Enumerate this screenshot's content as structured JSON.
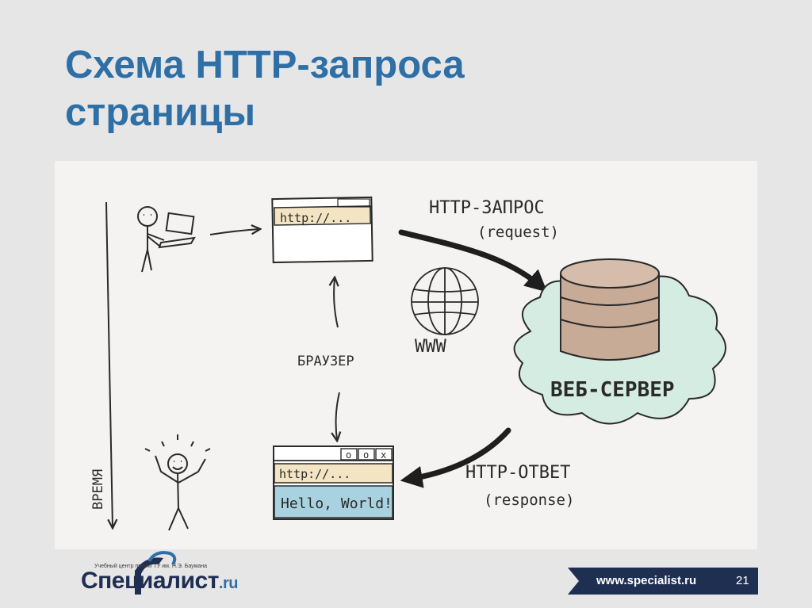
{
  "slide": {
    "title_line1": "Схема HTTP-запроса",
    "title_line2": "страницы"
  },
  "diagram": {
    "time_label": "ВРЕМЯ",
    "browser_label": "БРАУЗЕР",
    "request_label": "HTTP-ЗАПРОС",
    "request_sub": "(request)",
    "response_label": "HTTP-ОТВЕТ",
    "response_sub": "(response)",
    "server_label": "ВЕБ-СЕРВЕР",
    "www_label": "WWW",
    "top_url": "http://...",
    "bottom_url": "http://...",
    "hello_text": "Hello, World!",
    "window_buttons": [
      "o",
      "o",
      "x"
    ]
  },
  "footer": {
    "logo_tagline": "Учебный центр при МГТУ им. Н.Э. Баумана",
    "logo_name": "Специалист",
    "logo_suffix": ".ru",
    "url": "www.specialist.ru",
    "page_number": "21"
  },
  "colors": {
    "title": "#2e6fa6",
    "url_bar": "#f3e4c4",
    "hello_bar": "#a9d2e0",
    "cloud": "#d5ece3",
    "database": "#c8ab97",
    "footer_bar": "#1f2f52"
  }
}
